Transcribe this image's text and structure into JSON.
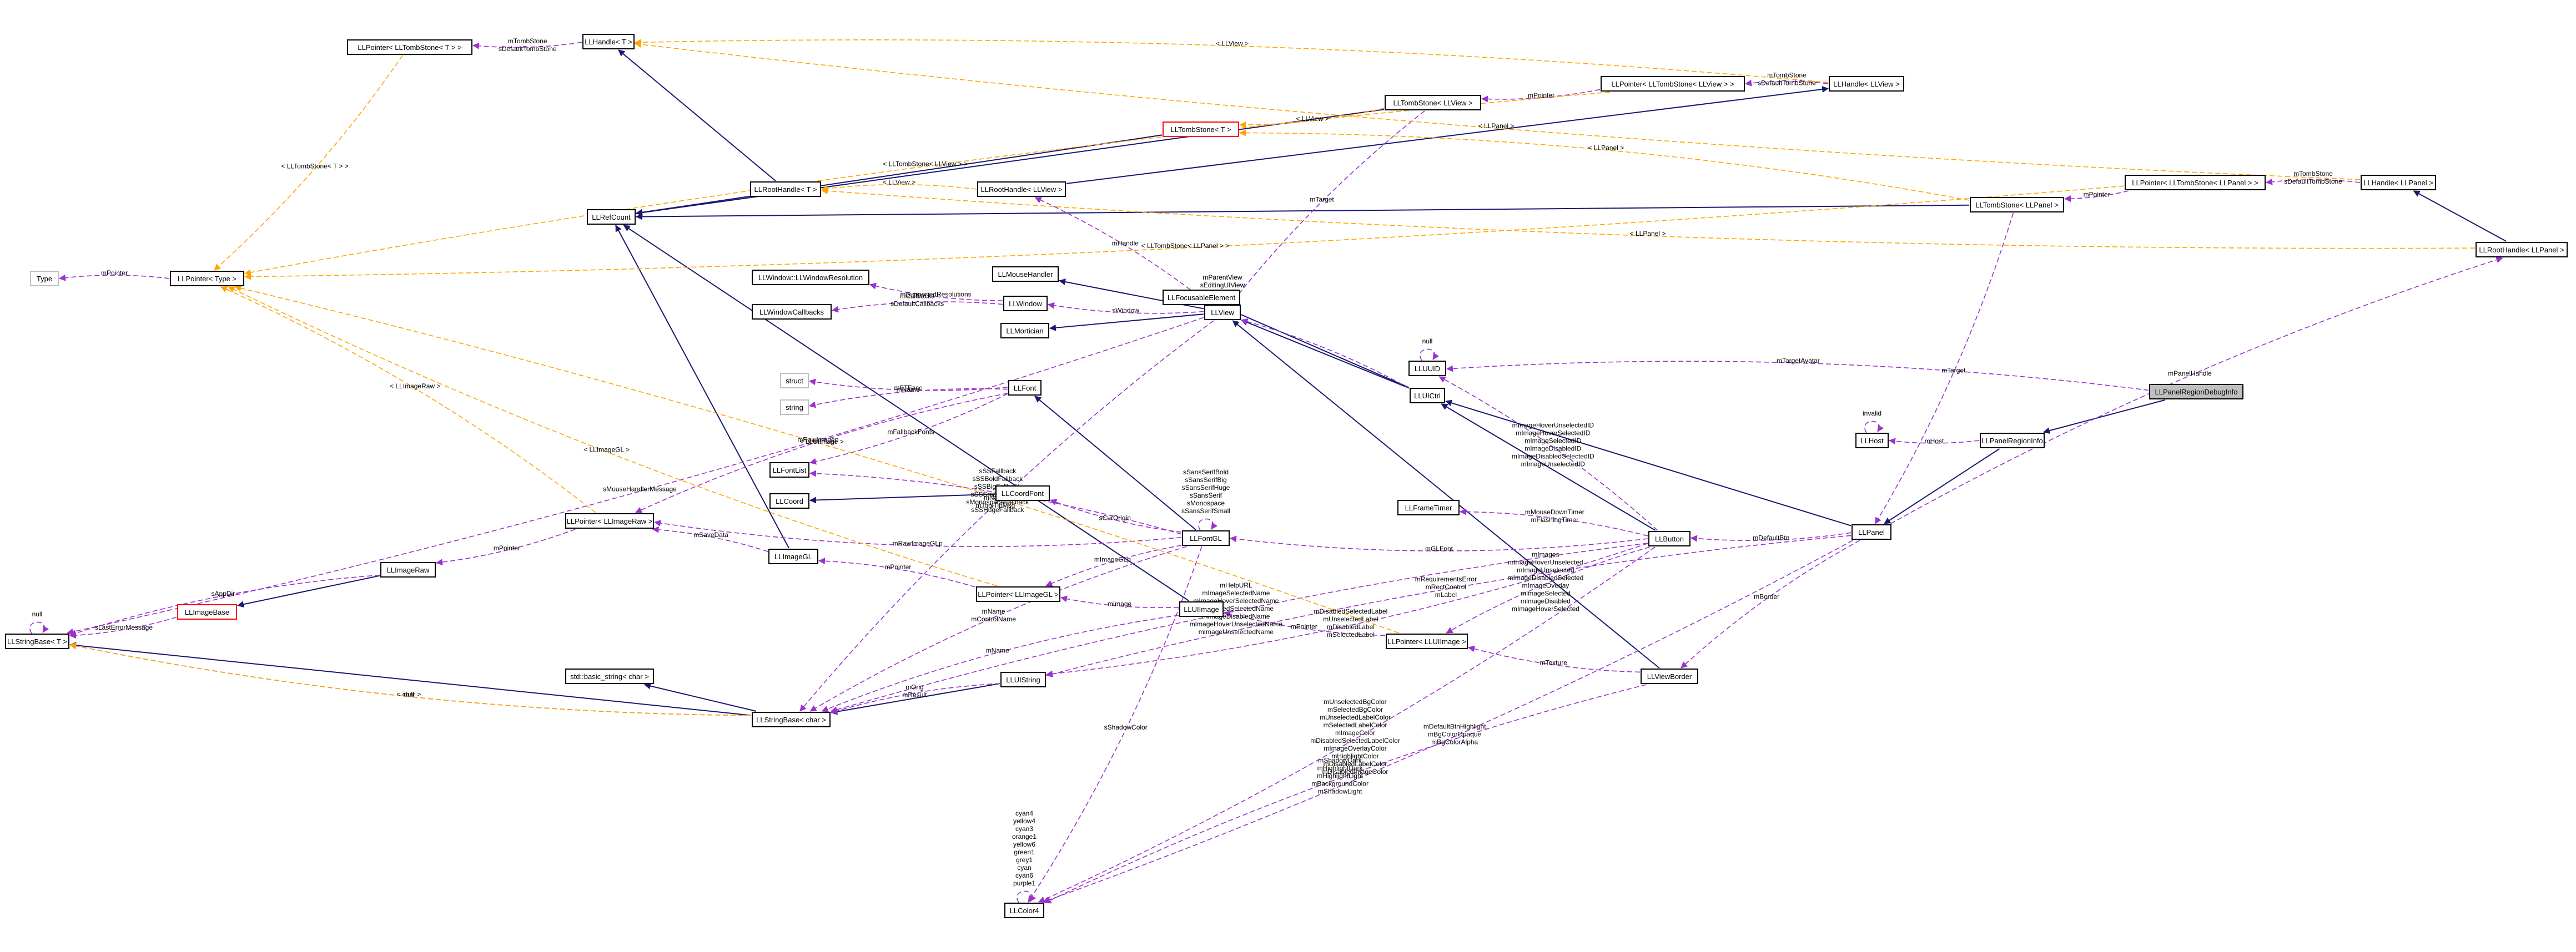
{
  "nodes": [
    {
      "id": "LLPanelRegionDebugInfo",
      "label": "LLPanelRegionDebugInfo",
      "style": "hl"
    },
    {
      "id": "LLPanel",
      "label": "LLPanel",
      "style": "normal"
    },
    {
      "id": "LLPanelRegionInfo",
      "label": "LLPanelRegionInfo",
      "style": "normal"
    },
    {
      "id": "LLHost",
      "label": "LLHost",
      "style": "normal"
    },
    {
      "id": "LLUICtrl",
      "label": "LLUICtrl",
      "style": "normal"
    },
    {
      "id": "LLUUID",
      "label": "LLUUID",
      "style": "normal"
    },
    {
      "id": "LLView",
      "label": "LLView",
      "style": "normal"
    },
    {
      "id": "LLButton",
      "label": "LLButton",
      "style": "normal"
    },
    {
      "id": "LLViewBorder",
      "label": "LLViewBorder",
      "style": "normal"
    },
    {
      "id": "LLFrameTimer",
      "label": "LLFrameTimer",
      "style": "normal"
    },
    {
      "id": "LLFontGL",
      "label": "LLFontGL",
      "style": "normal"
    },
    {
      "id": "LLFont",
      "label": "LLFont",
      "style": "normal"
    },
    {
      "id": "LLFontList",
      "label": "LLFontList",
      "style": "normal"
    },
    {
      "id": "LLCoordFont",
      "label": "LLCoordFont",
      "style": "normal"
    },
    {
      "id": "LLCoord",
      "label": "LLCoord",
      "style": "normal"
    },
    {
      "id": "LLColor4",
      "label": "LLColor4",
      "style": "normal"
    },
    {
      "id": "LLUIImage",
      "label": "LLUIImage",
      "style": "normal"
    },
    {
      "id": "LLPointerLLUIImage",
      "label": "LLPointer< LLUIImage >",
      "style": "normal"
    },
    {
      "id": "LLPointerLLImageGL",
      "label": "LLPointer< LLImageGL >",
      "style": "normal"
    },
    {
      "id": "LLImageGL",
      "label": "LLImageGL",
      "style": "normal"
    },
    {
      "id": "LLPointerLLImageRaw",
      "label": "LLPointer< LLImageRaw >",
      "style": "normal"
    },
    {
      "id": "LLImageRaw",
      "label": "LLImageRaw",
      "style": "normal"
    },
    {
      "id": "LLImageBase",
      "label": "LLImageBase",
      "style": "red"
    },
    {
      "id": "LLStringBaseT",
      "label": "LLStringBase< T >",
      "style": "normal"
    },
    {
      "id": "LLStringBaseChar",
      "label": "LLStringBase< char >",
      "style": "normal"
    },
    {
      "id": "stdBasicString",
      "label": "std::basic_string< char >",
      "style": "normal"
    },
    {
      "id": "LLUIString",
      "label": "LLUIString",
      "style": "normal"
    },
    {
      "id": "LLRefCount",
      "label": "LLRefCount",
      "style": "normal"
    },
    {
      "id": "LLPointerType",
      "label": "LLPointer< Type >",
      "style": "normal"
    },
    {
      "id": "Type",
      "label": "Type",
      "style": "grey"
    },
    {
      "id": "LLPointerTombT",
      "label": "LLPointer< LLTombStone< T > >",
      "style": "normal"
    },
    {
      "id": "LLHandleT",
      "label": "LLHandle< T >",
      "style": "normal"
    },
    {
      "id": "LLRootHandleT",
      "label": "LLRootHandle< T >",
      "style": "normal"
    },
    {
      "id": "LLRootHandleView",
      "label": "LLRootHandle< LLView >",
      "style": "normal"
    },
    {
      "id": "LLTombStoneT",
      "label": "LLTombStone< T >",
      "style": "red"
    },
    {
      "id": "LLTombStoneView",
      "label": "LLTombStone< LLView >",
      "style": "normal"
    },
    {
      "id": "LLPointerTombView",
      "label": "LLPointer< LLTombStone< LLView > >",
      "style": "normal"
    },
    {
      "id": "LLHandleView",
      "label": "LLHandle< LLView >",
      "style": "normal"
    },
    {
      "id": "LLTombStonePanel",
      "label": "LLTombStone< LLPanel >",
      "style": "normal"
    },
    {
      "id": "LLPointerTombPanel",
      "label": "LLPointer< LLTombStone< LLPanel > >",
      "style": "normal"
    },
    {
      "id": "LLHandlePanel",
      "label": "LLHandle< LLPanel >",
      "style": "normal"
    },
    {
      "id": "LLRootHandlePanel",
      "label": "LLRootHandle< LLPanel >",
      "style": "normal"
    },
    {
      "id": "LLMouseHandler",
      "label": "LLMouseHandler",
      "style": "normal"
    },
    {
      "id": "LLWindow",
      "label": "LLWindow",
      "style": "normal"
    },
    {
      "id": "LLWindowResolution",
      "label": "LLWindow::LLWindowResolution",
      "style": "normal"
    },
    {
      "id": "LLWindowCallbacks",
      "label": "LLWindowCallbacks",
      "style": "normal"
    },
    {
      "id": "LLMortician",
      "label": "LLMortician",
      "style": "normal"
    },
    {
      "id": "LLFocusableElement",
      "label": "LLFocusableElement",
      "style": "normal"
    },
    {
      "id": "struct",
      "label": "struct",
      "style": "grey"
    },
    {
      "id": "string",
      "label": "string",
      "style": "grey"
    }
  ],
  "edges": [
    {
      "kind": "inh",
      "from": "LLPanelRegionDebugInfo",
      "to": "LLPanelRegionInfo",
      "labels": []
    },
    {
      "kind": "inh",
      "from": "LLPanelRegionInfo",
      "to": "LLPanel",
      "labels": []
    },
    {
      "kind": "inh",
      "from": "LLPanel",
      "to": "LLUICtrl",
      "labels": []
    },
    {
      "kind": "inh",
      "from": "LLUICtrl",
      "to": "LLView",
      "labels": []
    },
    {
      "kind": "inh",
      "from": "LLUICtrl",
      "to": "LLFocusableElement",
      "labels": []
    },
    {
      "kind": "inh",
      "from": "LLButton",
      "to": "LLUICtrl",
      "labels": []
    },
    {
      "kind": "inh",
      "from": "LLViewBorder",
      "to": "LLView",
      "labels": []
    },
    {
      "kind": "inh",
      "from": "LLView",
      "to": "LLMouseHandler",
      "labels": []
    },
    {
      "kind": "inh",
      "from": "LLView",
      "to": "LLMortician",
      "labels": []
    },
    {
      "kind": "inh",
      "from": "LLFontGL",
      "to": "LLFont",
      "labels": []
    },
    {
      "kind": "inh",
      "from": "LLCoordFont",
      "to": "LLCoord",
      "labels": []
    },
    {
      "kind": "inh",
      "from": "LLImageRaw",
      "to": "LLImageBase",
      "labels": []
    },
    {
      "kind": "inh",
      "from": "LLImageGL",
      "to": "LLRefCount",
      "labels": []
    },
    {
      "kind": "inh",
      "from": "LLUIImage",
      "to": "LLRefCount",
      "labels": []
    },
    {
      "kind": "inh",
      "from": "LLTombStoneT",
      "to": "LLRefCount",
      "labels": []
    },
    {
      "kind": "inh",
      "from": "LLTombStonePanel",
      "to": "LLRefCount",
      "labels": []
    },
    {
      "kind": "inh",
      "from": "LLRootHandleT",
      "to": "LLHandleT",
      "labels": []
    },
    {
      "kind": "inh",
      "from": "LLRootHandleView",
      "to": "LLHandleView",
      "labels": []
    },
    {
      "kind": "inh",
      "from": "LLRootHandlePanel",
      "to": "LLHandlePanel",
      "labels": []
    },
    {
      "kind": "inh",
      "from": "LLTombStoneView",
      "to": "LLRefCount",
      "labels": []
    },
    {
      "kind": "inh",
      "from": "LLUIString",
      "to": "LLStringBaseChar",
      "labels": []
    },
    {
      "kind": "inh",
      "from": "LLStringBaseChar",
      "to": "stdBasicString",
      "labels": []
    },
    {
      "kind": "inh",
      "from": "LLStringBaseChar",
      "to": "LLStringBaseT",
      "labels": []
    },
    {
      "kind": "use",
      "from": "LLPanelRegionDebugInfo",
      "to": "LLUUID",
      "labels": [
        "mTargetAvatar"
      ]
    },
    {
      "kind": "use",
      "from": "LLPanelRegionInfo",
      "to": "LLHost",
      "labels": [
        "mHost"
      ]
    },
    {
      "kind": "use",
      "from": "LLHost",
      "to": "LLHost",
      "labels": [
        "invalid"
      ]
    },
    {
      "kind": "use",
      "from": "LLUUID",
      "to": "LLUUID",
      "labels": [
        "null"
      ]
    },
    {
      "kind": "use",
      "from": "LLButton",
      "to": "LLUUID",
      "labels": [
        "mImageHoverUnselectedID",
        "mImageHoverSelectedID",
        "mImageSelectedID",
        "mImageDisabledID",
        "mImageDisabledSelectedID",
        "mImageUnselectedID"
      ]
    },
    {
      "kind": "use",
      "from": "LLPanel",
      "to": "LLButton",
      "labels": [
        "mDefaultBtn"
      ]
    },
    {
      "kind": "use",
      "from": "LLPanel",
      "to": "LLViewBorder",
      "labels": [
        "mBorder"
      ]
    },
    {
      "kind": "use",
      "from": "LLPanel",
      "to": "LLRootHandlePanel",
      "labels": [
        "mPanelHandle"
      ]
    },
    {
      "kind": "use",
      "from": "LLPanel",
      "to": "LLUIString",
      "labels": [
        "mRequirementsError",
        "mRectControl",
        "mLabel"
      ]
    },
    {
      "kind": "use",
      "from": "LLPanel",
      "to": "LLColor4",
      "labels": [
        "mDefaultBtnHighlight",
        "mBgColorOpaque",
        "mBgColorAlpha"
      ]
    },
    {
      "kind": "use",
      "from": "LLViewBorder",
      "to": "LLColor4",
      "labels": [
        "mShadowDark",
        "mHighlightDark",
        "mHighlightLight",
        "mBackgroundColor",
        "mShadowLight"
      ]
    },
    {
      "kind": "use",
      "from": "LLViewBorder",
      "to": "LLPointerLLUIImage",
      "labels": [
        "mTexture"
      ]
    },
    {
      "kind": "use",
      "from": "LLButton",
      "to": "LLFrameTimer",
      "labels": [
        "mMouseDownTimer",
        "mFlashingTimer"
      ]
    },
    {
      "kind": "use",
      "from": "LLButton",
      "to": "LLFontGL",
      "labels": [
        "mGLFont"
      ]
    },
    {
      "kind": "use",
      "from": "LLButton",
      "to": "LLPointerLLUIImage",
      "labels": [
        "mImages",
        "mImageHoverUnselected",
        "mImageUnselected",
        "mImageDisabledSelected",
        "mImageOverlay",
        "mImageSelected",
        "mImageDisabled",
        "mImageHoverSelected"
      ]
    },
    {
      "kind": "use",
      "from": "LLButton",
      "to": "LLUIString",
      "labels": [
        "mDisabledSelectedLabel",
        "mUnselectedLabel",
        "mDisabledLabel",
        "mSelectedLabel"
      ]
    },
    {
      "kind": "use",
      "from": "LLButton",
      "to": "LLStringBaseChar",
      "labels": [
        "mHelpURL",
        "mImageSelectedName",
        "mImageHoverSelectedName",
        "mDisabledSelectedName",
        "mImageDisabledName",
        "mImageHoverUnselectedName",
        "mImageUnselectedName"
      ]
    },
    {
      "kind": "use",
      "from": "LLButton",
      "to": "LLColor4",
      "labels": [
        "mUnselectedBgColor",
        "mSelectedBgColor",
        "mUnselectedLabelColor",
        "mSelectedLabelColor",
        "mImageColor",
        "mDisabledSelectedLabelColor",
        "mImageOverlayColor",
        "mHighlightColor",
        "mDisabledLabelColor",
        "mDisabledImageColor"
      ]
    },
    {
      "kind": "use",
      "from": "LLColor4",
      "to": "LLColor4",
      "labels": [
        "cyan4",
        "yellow4",
        "cyan3",
        "orange1",
        "yellow6",
        "green1",
        "grey1",
        "cyan",
        "cyan6",
        "purple1"
      ]
    },
    {
      "kind": "use",
      "from": "LLView",
      "to": "LLView",
      "labels": [
        "mParentView",
        "sEditingUIView"
      ]
    },
    {
      "kind": "use",
      "from": "LLView",
      "to": "LLRootHandleView",
      "labels": [
        "mHandle"
      ]
    },
    {
      "kind": "use",
      "from": "LLView",
      "to": "LLWindow",
      "labels": [
        "sWindow"
      ]
    },
    {
      "kind": "use",
      "from": "LLView",
      "to": "LLStringBaseChar",
      "labels": [
        "mName",
        "mToolTipMsg"
      ]
    },
    {
      "kind": "use",
      "from": "LLView",
      "to": "LLStringBaseT",
      "labels": [
        "sMouseHandlerMessage"
      ]
    },
    {
      "kind": "use",
      "from": "LLTombStoneView",
      "to": "LLView",
      "labels": [
        "mTarget"
      ]
    },
    {
      "kind": "use",
      "from": "LLTombStonePanel",
      "to": "LLPanel",
      "labels": [
        "mTarget"
      ]
    },
    {
      "kind": "use",
      "from": "LLUICtrl",
      "to": "LLView",
      "labels": []
    },
    {
      "kind": "use",
      "from": "LLPointerTombView",
      "to": "LLTombStoneView",
      "labels": [
        "mPointer"
      ]
    },
    {
      "kind": "use",
      "from": "LLHandleView",
      "to": "LLPointerTombView",
      "labels": [
        "mTombStone",
        "sDefaultTombStone"
      ]
    },
    {
      "kind": "use",
      "from": "LLPointerTombPanel",
      "to": "LLTombStonePanel",
      "labels": [
        "mPointer"
      ]
    },
    {
      "kind": "use",
      "from": "LLHandlePanel",
      "to": "LLPointerTombPanel",
      "labels": [
        "mTombStone",
        "sDefaultTombStone"
      ]
    },
    {
      "kind": "use",
      "from": "LLHandleT",
      "to": "LLPointerTombT",
      "labels": [
        "mTombStone",
        "sDefaultTombStone"
      ]
    },
    {
      "kind": "use",
      "from": "LLPointerType",
      "to": "Type",
      "labels": [
        "mPointer"
      ]
    },
    {
      "kind": "use",
      "from": "LLWindow",
      "to": "LLWindowResolution",
      "labels": [
        "mSupportedResolutions"
      ]
    },
    {
      "kind": "use",
      "from": "LLWindow",
      "to": "LLWindowCallbacks",
      "labels": [
        "mCallbacks",
        "sDefaultCallbacks"
      ]
    },
    {
      "kind": "use",
      "from": "LLFont",
      "to": "struct",
      "labels": [
        "mFTFace"
      ]
    },
    {
      "kind": "use",
      "from": "LLFont",
      "to": "string",
      "labels": [
        "mName"
      ]
    },
    {
      "kind": "use",
      "from": "LLFont",
      "to": "LLFontList",
      "labels": [
        "mFallbackFonts"
      ]
    },
    {
      "kind": "use",
      "from": "LLFont",
      "to": "LLPointerLLImageRaw",
      "labels": [
        "mRawImagep"
      ]
    },
    {
      "kind": "use",
      "from": "LLFontGL",
      "to": "LLFontGL",
      "labels": [
        "sSansSerifBold",
        "sSansSerifBig",
        "sSansSerifHuge",
        "sSansSerif",
        "sMonospace",
        "sSansSerifSmall"
      ]
    },
    {
      "kind": "use",
      "from": "LLFontGL",
      "to": "LLFontList",
      "labels": [
        "sSSFallback",
        "sSSBoldFallback",
        "sSSBigFallback",
        "sSSSmallFallback",
        "sMonospaceFallback",
        "sSSHugeFallback"
      ]
    },
    {
      "kind": "use",
      "from": "LLFontGL",
      "to": "LLCoordFont",
      "labels": [
        "sCurOrigin"
      ]
    },
    {
      "kind": "use",
      "from": "LLFontGL",
      "to": "LLStringBaseChar",
      "labels": [
        "mName",
        "mControlName"
      ]
    },
    {
      "kind": "use",
      "from": "LLFontGL",
      "to": "LLPointerLLImageRaw",
      "labels": [
        "mRawImageGLp"
      ]
    },
    {
      "kind": "use",
      "from": "LLFontGL",
      "to": "LLPointerLLImageGL",
      "labels": [
        "mImageGLp"
      ]
    },
    {
      "kind": "use",
      "from": "LLFontGL",
      "to": "LLColor4",
      "labels": [
        "sShadowColor"
      ]
    },
    {
      "kind": "use",
      "from": "LLImageGL",
      "to": "LLPointerLLImageRaw",
      "labels": [
        "mSaveData"
      ]
    },
    {
      "kind": "use",
      "from": "LLPointerLLImageRaw",
      "to": "LLImageRaw",
      "labels": [
        "mPointer"
      ]
    },
    {
      "kind": "use",
      "from": "LLPointerLLImageGL",
      "to": "LLImageGL",
      "labels": [
        "mPointer"
      ]
    },
    {
      "kind": "use",
      "from": "LLUIImage",
      "to": "LLPointerLLImageGL",
      "labels": [
        "mImage"
      ]
    },
    {
      "kind": "use",
      "from": "LLUIImage",
      "to": "LLStringBaseChar",
      "labels": [
        "mName"
      ]
    },
    {
      "kind": "use",
      "from": "LLPointerLLUIImage",
      "to": "LLUIImage",
      "labels": [
        "mPointer"
      ]
    },
    {
      "kind": "use",
      "from": "LLUIString",
      "to": "LLStringBaseChar",
      "labels": [
        "mOrig",
        "mResult"
      ]
    },
    {
      "kind": "use",
      "from": "LLImageBase",
      "to": "LLStringBaseT",
      "labels": [
        "sLastErrorMessage"
      ]
    },
    {
      "kind": "use",
      "from": "LLStringBaseT",
      "to": "LLStringBaseT",
      "labels": [
        "null"
      ]
    },
    {
      "kind": "use",
      "from": "LLStringBaseChar",
      "to": "LLStringBaseT",
      "labels": [
        "null"
      ]
    },
    {
      "kind": "use",
      "from": "LLImageRaw",
      "to": "LLStringBaseT",
      "labels": [
        "sAppDir"
      ]
    },
    {
      "kind": "tpl",
      "from": "LLPointerTombT",
      "to": "LLPointerType",
      "labels": [
        "< LLTombStone< T > >"
      ]
    },
    {
      "kind": "tpl",
      "from": "LLHandleView",
      "to": "LLHandleT",
      "labels": [
        "< LLView >"
      ]
    },
    {
      "kind": "tpl",
      "from": "LLHandlePanel",
      "to": "LLHandleT",
      "labels": [
        "< LLPanel >"
      ]
    },
    {
      "kind": "tpl",
      "from": "LLPointerTombView",
      "to": "LLPointerType",
      "labels": [
        "< LLTombStone< LLView > >"
      ]
    },
    {
      "kind": "tpl",
      "from": "LLTombStoneView",
      "to": "LLTombStoneT",
      "labels": [
        "< LLView >"
      ]
    },
    {
      "kind": "tpl",
      "from": "LLTombStonePanel",
      "to": "LLTombStoneT",
      "labels": [
        "< LLPanel >"
      ]
    },
    {
      "kind": "tpl",
      "from": "LLPointerTombPanel",
      "to": "LLPointerType",
      "labels": [
        "< LLTombStone< LLPanel > >"
      ]
    },
    {
      "kind": "tpl",
      "from": "LLRootHandleView",
      "to": "LLRootHandleT",
      "labels": [
        "< LLView >"
      ]
    },
    {
      "kind": "tpl",
      "from": "LLRootHandlePanel",
      "to": "LLRootHandleT",
      "labels": [
        "< LLPanel >"
      ]
    },
    {
      "kind": "tpl",
      "from": "LLPointerLLImageRaw",
      "to": "LLPointerType",
      "labels": [
        "< LLImageRaw >"
      ]
    },
    {
      "kind": "tpl",
      "from": "LLPointerLLImageGL",
      "to": "LLPointerType",
      "labels": [
        "< LLImageGL >"
      ]
    },
    {
      "kind": "tpl",
      "from": "LLPointerLLUIImage",
      "to": "LLPointerType",
      "labels": [
        "< LLUIImage >"
      ]
    },
    {
      "kind": "tpl",
      "from": "LLStringBaseChar",
      "to": "LLStringBaseT",
      "labels": [
        "< char >"
      ]
    }
  ]
}
